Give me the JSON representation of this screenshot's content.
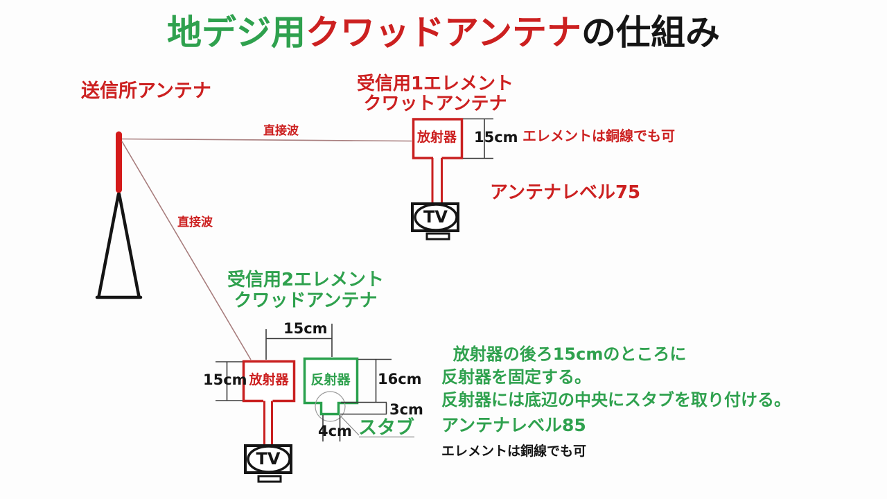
{
  "title": {
    "green": "地デジ用",
    "red": "クワッドアンテナ",
    "black": "の仕組み"
  },
  "transmitter": {
    "label": "送信所アンテナ"
  },
  "waves": {
    "wave1": "直接波",
    "wave2": "直接波"
  },
  "antenna1": {
    "title1": "受信用1エレメント",
    "title2": "クワットアンテナ",
    "radiator": "放射器",
    "height": "15cm",
    "element_note": "エレメントは銅線でも可",
    "level": "アンテナレベル75",
    "tv": "TV"
  },
  "antenna2": {
    "title1": "受信用2エレメント",
    "title2": "クワッドアンテナ",
    "radiator": "放射器",
    "reflector": "反射器",
    "spacing": "15cm",
    "radiator_height": "15cm",
    "reflector_height": "16cm",
    "stub_depth": "3cm",
    "stub_width": "4cm",
    "stub": "スタブ",
    "tv": "TV"
  },
  "notes": {
    "line1": "  放射器の後ろ15cmのところに",
    "line2": "反射器を固定する。",
    "line3": "反射器には底辺の中央にスタブを取り付ける。",
    "level": "アンテナレベル85",
    "element_note": "エレメントは銅線でも可"
  },
  "colors": {
    "red": "#cc2020",
    "green": "#2fa14e",
    "wave_line": "#a87e7e",
    "dim_line": "#3d3d3d"
  }
}
